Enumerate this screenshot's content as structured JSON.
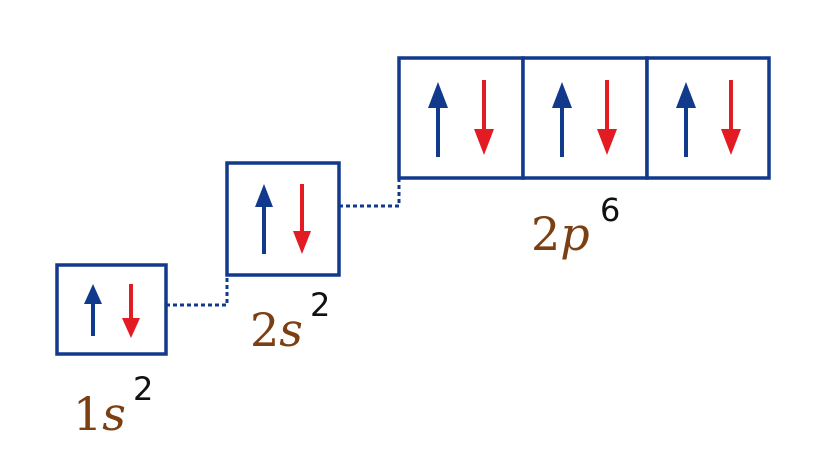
{
  "colors": {
    "box_border": "#123a8c",
    "spin_up": "#123a8c",
    "spin_down": "#e31b23",
    "label": "#7b3f12",
    "superscript": "#111111"
  },
  "subshells": [
    {
      "id": "1s",
      "number": "1",
      "letter": "s",
      "electrons": "2",
      "orbitals": [
        {
          "up": true,
          "down": true
        }
      ]
    },
    {
      "id": "2s",
      "number": "2",
      "letter": "s",
      "electrons": "2",
      "orbitals": [
        {
          "up": true,
          "down": true
        }
      ]
    },
    {
      "id": "2p",
      "number": "2",
      "letter": "p",
      "electrons": "6",
      "orbitals": [
        {
          "up": true,
          "down": true
        },
        {
          "up": true,
          "down": true
        },
        {
          "up": true,
          "down": true
        }
      ]
    }
  ],
  "icons": {
    "spin_up": "arrow-up-icon",
    "spin_down": "arrow-down-icon"
  }
}
